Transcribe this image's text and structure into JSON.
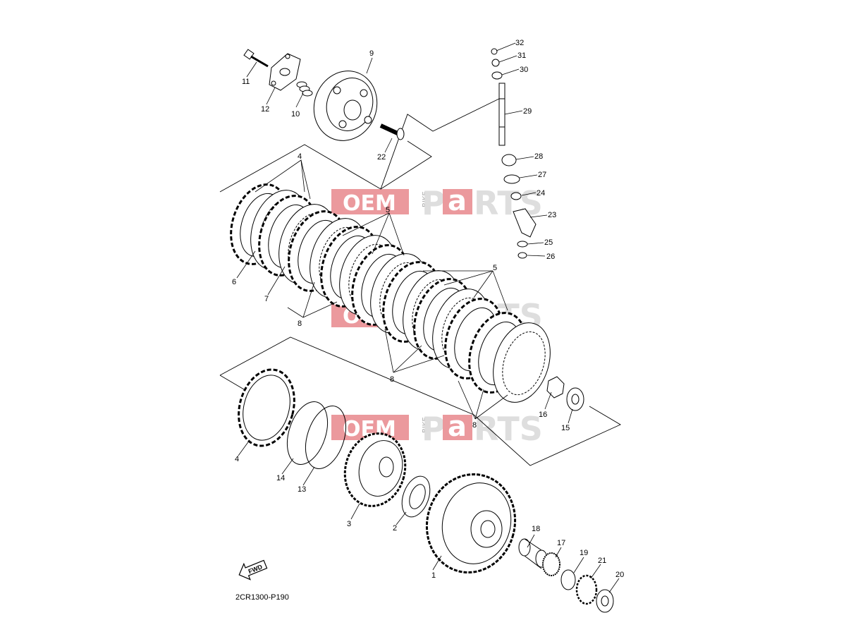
{
  "drawing_code": "2CR1300-P190",
  "fwd_label": "FWD",
  "watermark": {
    "oem": "OEM",
    "bike": "BIKE",
    "p": "P",
    "a": "a",
    "rts": "RTS",
    "brand_color": "#e8888c"
  },
  "callouts": [
    {
      "id": "1",
      "text": "1"
    },
    {
      "id": "2",
      "text": "2"
    },
    {
      "id": "3",
      "text": "3"
    },
    {
      "id": "4a",
      "text": "4"
    },
    {
      "id": "4b",
      "text": "4"
    },
    {
      "id": "5a",
      "text": "5"
    },
    {
      "id": "5b",
      "text": "5"
    },
    {
      "id": "6",
      "text": "6"
    },
    {
      "id": "7",
      "text": "7"
    },
    {
      "id": "8a",
      "text": "8"
    },
    {
      "id": "8b",
      "text": "8"
    },
    {
      "id": "8c",
      "text": "8"
    },
    {
      "id": "9",
      "text": "9"
    },
    {
      "id": "10",
      "text": "10"
    },
    {
      "id": "11",
      "text": "11"
    },
    {
      "id": "12",
      "text": "12"
    },
    {
      "id": "13",
      "text": "13"
    },
    {
      "id": "14",
      "text": "14"
    },
    {
      "id": "15",
      "text": "15"
    },
    {
      "id": "16",
      "text": "16"
    },
    {
      "id": "17",
      "text": "17"
    },
    {
      "id": "18",
      "text": "18"
    },
    {
      "id": "19",
      "text": "19"
    },
    {
      "id": "20",
      "text": "20"
    },
    {
      "id": "21",
      "text": "21"
    },
    {
      "id": "22",
      "text": "22"
    },
    {
      "id": "23",
      "text": "23"
    },
    {
      "id": "24",
      "text": "24"
    },
    {
      "id": "25",
      "text": "25"
    },
    {
      "id": "26",
      "text": "26"
    },
    {
      "id": "27",
      "text": "27"
    },
    {
      "id": "28",
      "text": "28"
    },
    {
      "id": "29",
      "text": "29"
    },
    {
      "id": "30",
      "text": "30"
    },
    {
      "id": "31",
      "text": "31"
    },
    {
      "id": "32",
      "text": "32"
    }
  ]
}
